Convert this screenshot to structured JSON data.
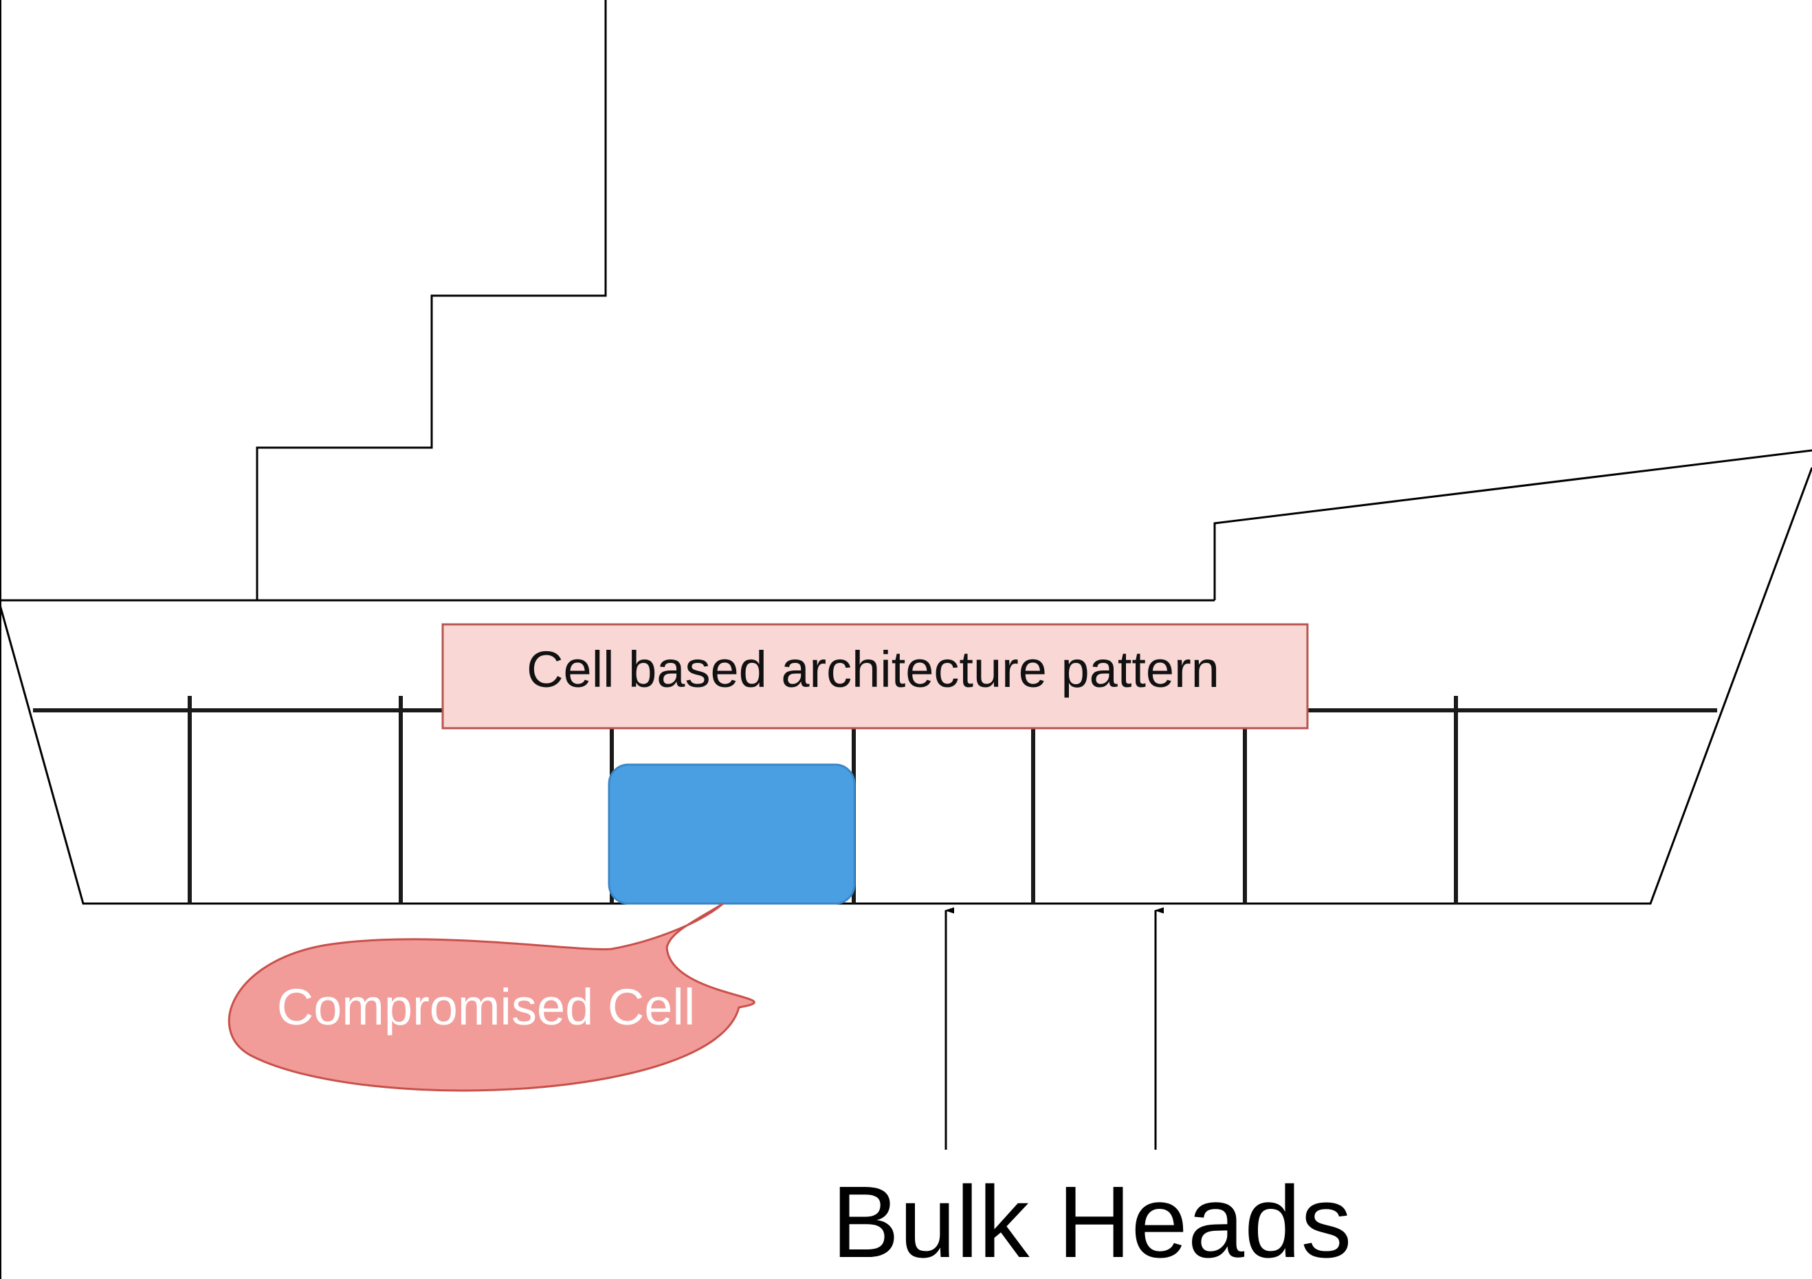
{
  "diagram": {
    "title_box": {
      "text": "Cell based architecture pattern",
      "fill": "#F8D7D5",
      "stroke": "#B85450"
    },
    "compromised_cell": {
      "fill": "#4A9FE3",
      "stroke": "#3C86C5"
    },
    "callout": {
      "text": "Compromised Cell",
      "fill": "#F19C99",
      "stroke": "#C9504A",
      "text_color": "#ffffff"
    },
    "bulkheads": {
      "label": "Bulk Heads"
    },
    "colors": {
      "line": "#000000",
      "background": "#ffffff"
    }
  }
}
